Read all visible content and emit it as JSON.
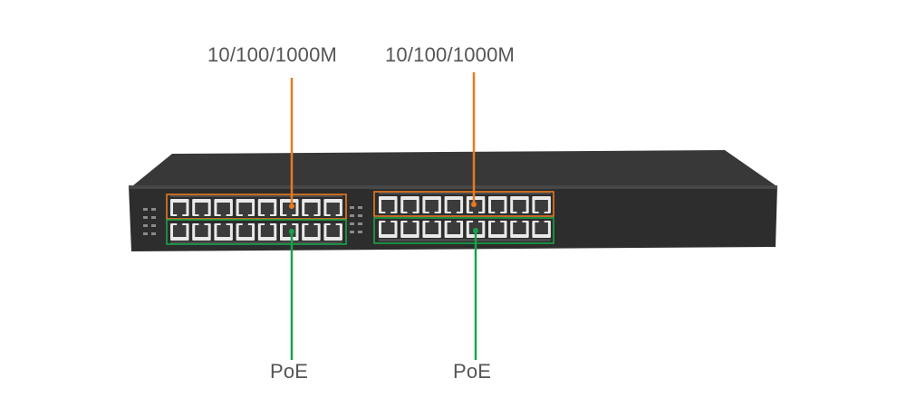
{
  "callouts": {
    "top_left": "10/100/1000M",
    "top_right": "10/100/1000M",
    "bottom_left": "PoE",
    "bottom_right": "PoE"
  },
  "colors": {
    "gigabit_callout": "#e8791f",
    "poe_callout": "#17a34a",
    "chassis_top": "#3a3a3a",
    "chassis_front": "#2b2b2b",
    "port_body": "#e9e9e9",
    "port_hole": "#3b3b3b"
  },
  "device": {
    "port_groups": 4,
    "ports_per_row_per_block": 8,
    "port_rows": 2,
    "port_blocks": 2
  }
}
